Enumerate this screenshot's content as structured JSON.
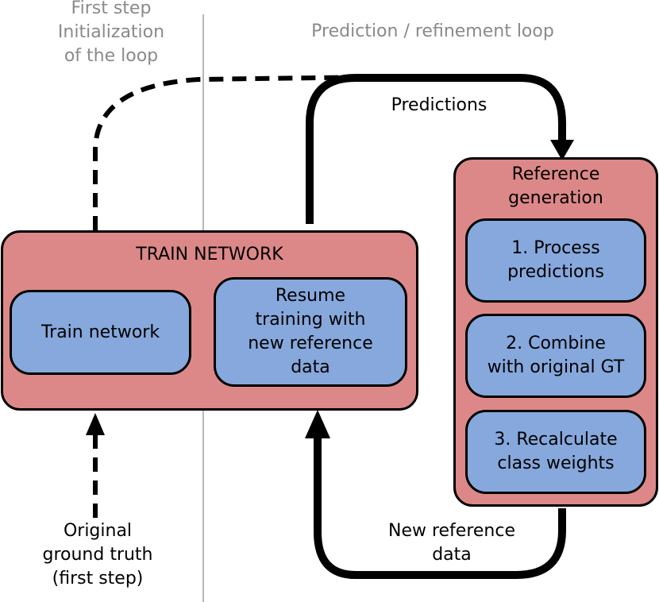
{
  "colors": {
    "outer_fill": "#dd8888",
    "inner_fill": "#86a8dc",
    "divider": "#a0a0a0",
    "caption_gray": "#8a8a8a",
    "stroke": "#000000"
  },
  "captions": {
    "first_step": "First step\nInitialization\nof the loop",
    "loop": "Prediction / refinement loop"
  },
  "train_network": {
    "title": "TRAIN NETWORK",
    "train": "Train  network",
    "resume": "Resume\ntraining with\nnew reference\ndata"
  },
  "reference_generation": {
    "title": "Reference\ngeneration",
    "step1": "1. Process\npredictions",
    "step2": "2. Combine\nwith original GT",
    "step3": "3. Recalculate\nclass weights"
  },
  "arrows": {
    "predictions": "Predictions",
    "new_reference": "New reference\ndata",
    "original_gt": "Original\nground truth\n(first step)"
  }
}
